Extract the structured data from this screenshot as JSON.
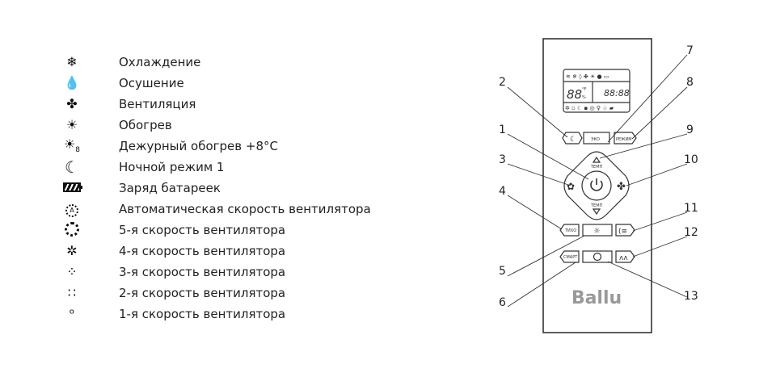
{
  "legend": [
    {
      "icon": "snowflake-icon",
      "label": "Охлаждение"
    },
    {
      "icon": "drops-icon",
      "label": "Осушение"
    },
    {
      "icon": "fan-icon",
      "label": "Вентиляция"
    },
    {
      "icon": "sun-icon",
      "label": "Обогрев"
    },
    {
      "icon": "sun-8-icon",
      "label": "Дежурный обогрев +8°C",
      "sub": "8"
    },
    {
      "icon": "moon-icon",
      "label": "Ночной режим 1"
    },
    {
      "icon": "battery-icon",
      "label": "Заряд батареек"
    },
    {
      "icon": "fan-auto-icon",
      "label": "Автоматическая скорость вентилятора",
      "sub": "A"
    },
    {
      "icon": "fan-speed-5-icon",
      "label": "5-я скорость вентилятора"
    },
    {
      "icon": "fan-speed-4-icon",
      "label": "4-я скорость вентилятора"
    },
    {
      "icon": "fan-speed-3-icon",
      "label": "3-я скорость вентилятора"
    },
    {
      "icon": "fan-speed-2-icon",
      "label": "2-я скорость вентилятора"
    },
    {
      "icon": "fan-speed-1-icon",
      "label": "1-я скорость вентилятора"
    }
  ],
  "remote": {
    "lcd_temp": "88",
    "lcd_time": "88:88",
    "lcd_unit_f": "°F",
    "lcd_unit_c": "%",
    "eco": "ЭКО",
    "mode": "РЕЖИМ",
    "temp_up": "ТЕМП",
    "temp_down": "ТЕМП",
    "quiet": "ТИХО",
    "smart": "СМАРТ",
    "brand": "Ballu"
  },
  "callouts": [
    "1",
    "2",
    "3",
    "4",
    "5",
    "6",
    "7",
    "8",
    "9",
    "10",
    "11",
    "12",
    "13"
  ]
}
